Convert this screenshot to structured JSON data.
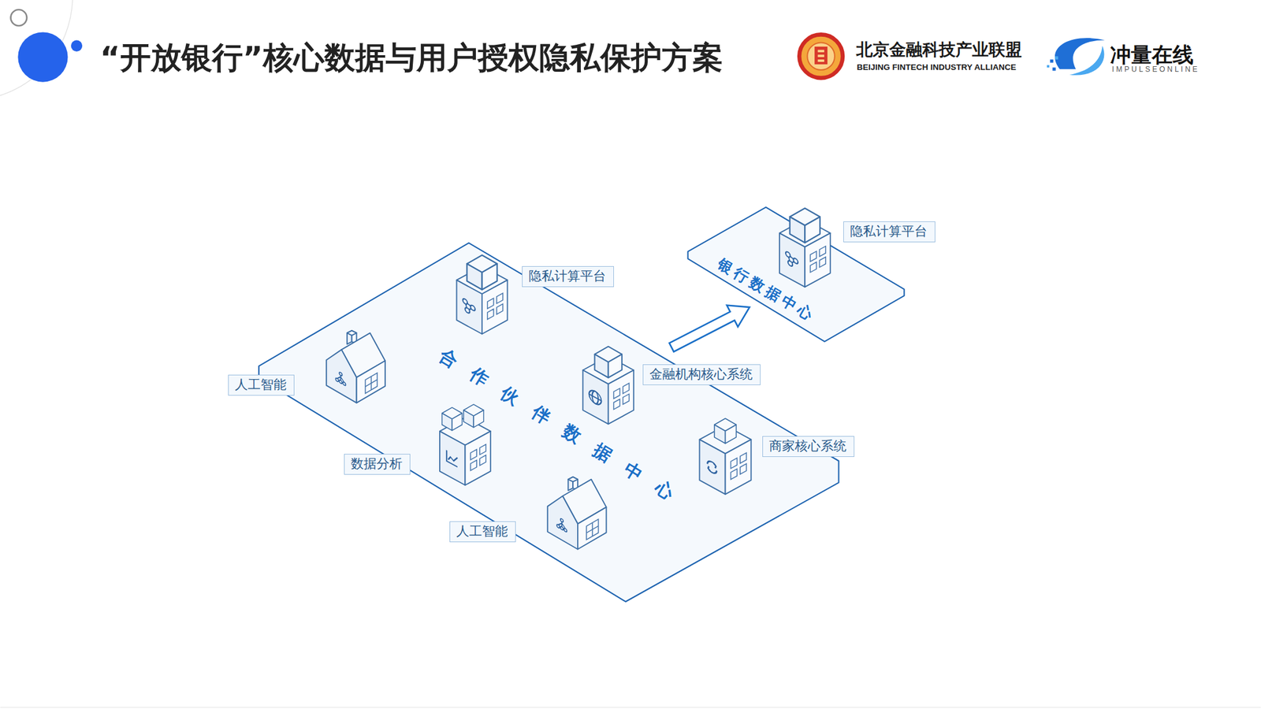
{
  "diagram": {
    "title": "“开放银行”核心数据与用户授权隐私保护方案",
    "nodes": [
      {
        "text": [
          "合作伙伴数据中心"
        ]
      },
      {
        "text": [
          "隐私计算平台"
        ],
        "in": 0
      },
      {
        "text": [
          "人工智能"
        ],
        "in": 0
      },
      {
        "text": [
          "金融机构核心系统"
        ],
        "in": 0
      },
      {
        "text": [
          "数据分析"
        ],
        "in": 0
      },
      {
        "text": [
          "商家核心系统"
        ],
        "in": 0
      },
      {
        "text": [
          "人工智能"
        ],
        "in": 0
      },
      {
        "text": [
          "银行数据中心"
        ]
      },
      {
        "text": [
          "隐私计算平台"
        ],
        "in": 7
      }
    ],
    "edges": [
      {
        "from": 0,
        "to": 7,
        "arrow": "to"
      }
    ],
    "labels": [
      "北京金融科技产业联盟",
      "BEIJING FINTECH INDUSTRY ALLIANCE",
      "冲量在线",
      "IMPULSEONLINE"
    ]
  }
}
